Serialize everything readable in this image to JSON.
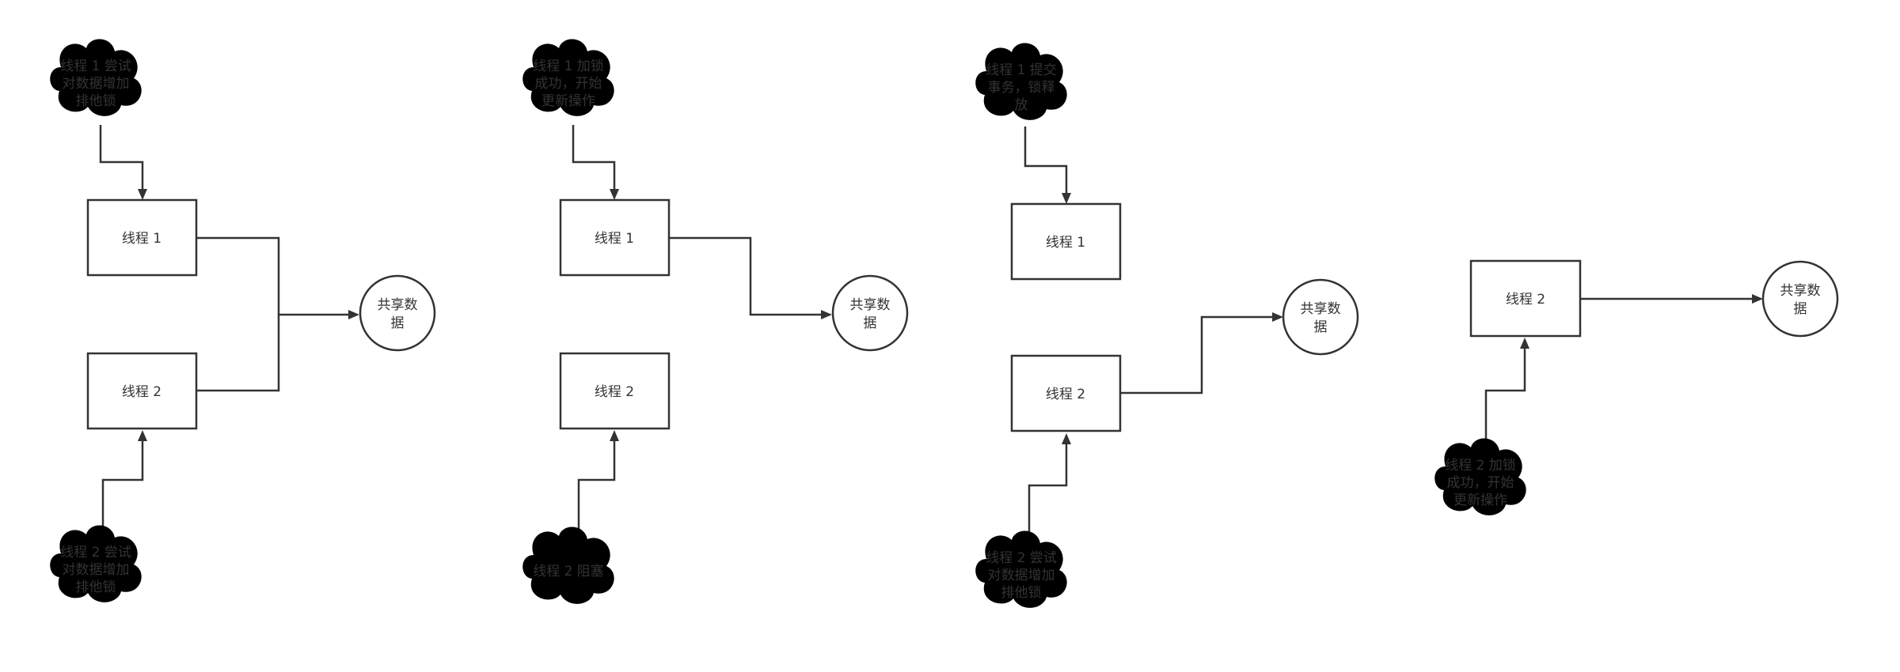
{
  "diagrams": [
    {
      "threads": [
        "线程 1",
        "线程 2"
      ],
      "shared": [
        "共享数",
        "据"
      ],
      "note_top": [
        "线程 1 尝试",
        "对数据增加",
        "排他锁"
      ],
      "note_bottom": [
        "线程 2 尝试",
        "对数据增加",
        "排他锁"
      ]
    },
    {
      "threads": [
        "线程 1",
        "线程 2"
      ],
      "shared": [
        "共享数",
        "据"
      ],
      "note_top": [
        "线程 1 加锁",
        "成功，开始",
        "更新操作"
      ],
      "note_bottom": [
        "线程 2 阻塞"
      ]
    },
    {
      "threads": [
        "线程 1",
        "线程 2"
      ],
      "shared": [
        "共享数",
        "据"
      ],
      "note_top": [
        "线程 1 提交",
        "事务，锁释",
        "放"
      ],
      "note_bottom": [
        "线程 2 尝试",
        "对数据增加",
        "排他锁"
      ]
    },
    {
      "threads": [
        "线程 2"
      ],
      "shared": [
        "共享数",
        "据"
      ],
      "note_bottom": [
        "线程 2 加锁",
        "成功，开始",
        "更新操作"
      ]
    }
  ],
  "colors": {
    "stroke": "#333333",
    "text": "#333333",
    "fill": "#ffffff"
  }
}
